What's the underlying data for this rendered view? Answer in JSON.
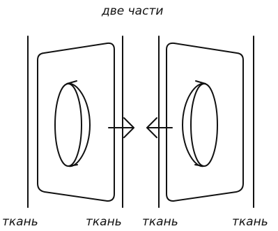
{
  "title": "две части",
  "labels": [
    "ткань",
    "ткань",
    "ткань",
    "ткань"
  ],
  "colors": {
    "stroke": "#111111",
    "background": "#ffffff"
  },
  "arrows": [
    "right-arrow",
    "left-arrow"
  ]
}
